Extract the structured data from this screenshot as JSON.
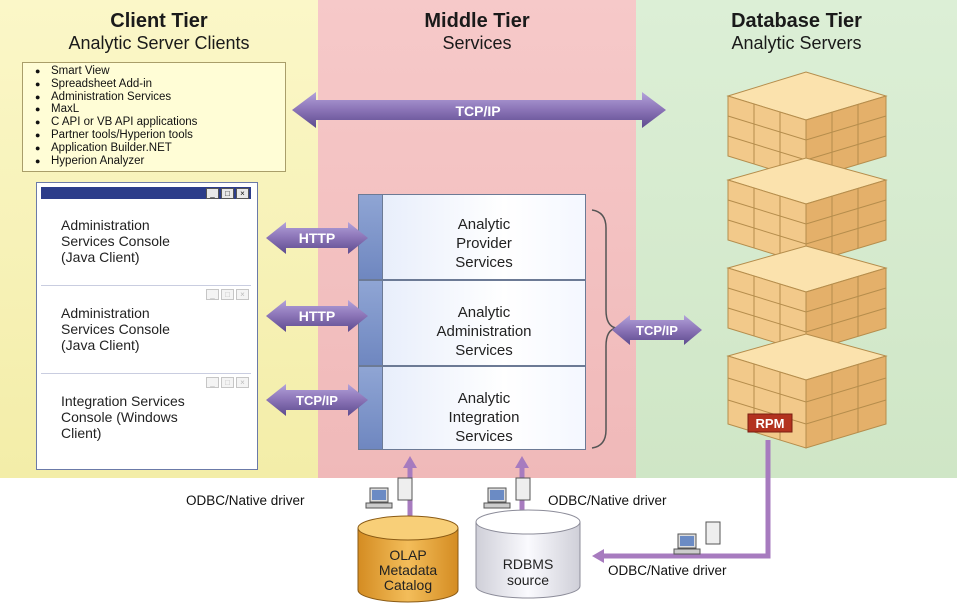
{
  "tiers": {
    "client": {
      "title": "Client Tier",
      "subtitle": "Analytic Server Clients"
    },
    "middle": {
      "title": "Middle Tier",
      "subtitle": "Services"
    },
    "database": {
      "title": "Database Tier",
      "subtitle": "Analytic Servers"
    }
  },
  "client_list": [
    "Smart View",
    "Spreadsheet Add-in",
    "Administration Services",
    "MaxL",
    "C API or VB API applications",
    "Partner tools/Hyperion tools",
    "Application Builder.NET",
    "Hyperion Analyzer"
  ],
  "consoles": [
    {
      "line1": "Administration",
      "line2": "Services Console",
      "line3": "(Java Client)"
    },
    {
      "line1": "Administration",
      "line2": "Services Console",
      "line3": "(Java Client)"
    },
    {
      "line1": "Integration Services",
      "line2": "Console (Windows",
      "line3": "Client)"
    }
  ],
  "protocols": {
    "top": "TCP/IP",
    "http1": "HTTP",
    "http2": "HTTP",
    "tcp_left": "TCP/IP",
    "tcp_right": "TCP/IP"
  },
  "services": [
    {
      "line1": "Analytic",
      "line2": "Provider",
      "line3": "Services"
    },
    {
      "line1": "Analytic",
      "line2": "Administration",
      "line3": "Services"
    },
    {
      "line1": "Analytic",
      "line2": "Integration",
      "line3": "Services"
    }
  ],
  "rpm_label": "RPM",
  "datastores": {
    "olap": {
      "line1": "OLAP",
      "line2": "Metadata",
      "line3": "Catalog"
    },
    "rdbms": {
      "line1": "RDBMS",
      "line2": "source"
    }
  },
  "drivers": {
    "left": "ODBC/Native driver",
    "middle": "ODBC/Native driver",
    "right": "ODBC/Native driver"
  },
  "colors": {
    "client_tier": "#f3eda8",
    "middle_tier": "#f0b9b9",
    "database_tier": "#cfe6c6",
    "arrow": "#8a73b6",
    "connector": "#a77bbf",
    "cube": "#f2c98a",
    "rpm": "#b3321f",
    "olap_cylinder": "#e6a63a",
    "rdbms_cylinder": "#e9e9ee"
  }
}
